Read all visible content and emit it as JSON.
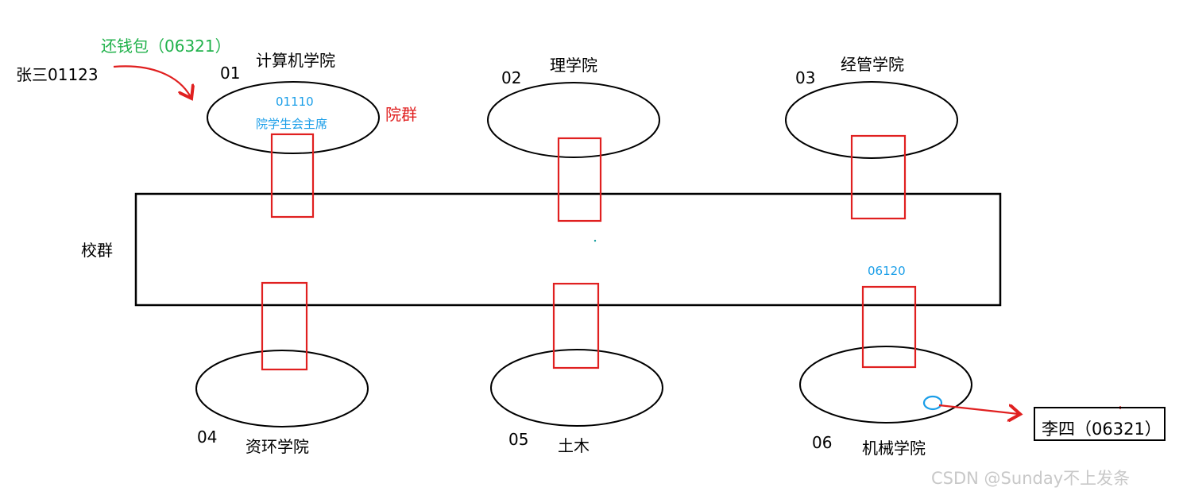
{
  "user_top": {
    "name": "张三01123",
    "action": "还钱包（06321）"
  },
  "user_bottom": {
    "label": "李四（06321）"
  },
  "school_group": {
    "label": "校群"
  },
  "college_group_label": "院群",
  "colleges": [
    {
      "num": "01",
      "name": "计算机学院",
      "inner_id": "01110",
      "inner_role": "院学生会主席"
    },
    {
      "num": "02",
      "name": "理学院"
    },
    {
      "num": "03",
      "name": "经管学院"
    },
    {
      "num": "04",
      "name": "资环学院"
    },
    {
      "num": "05",
      "name": "土木"
    },
    {
      "num": "06",
      "name": "机械学院",
      "connector_id": "06120"
    }
  ],
  "watermark": "CSDN @Sunday不上发条",
  "colors": {
    "red": "#e02020",
    "cyan": "#1a9ee8",
    "green": "#22b24c",
    "black": "#000000"
  }
}
